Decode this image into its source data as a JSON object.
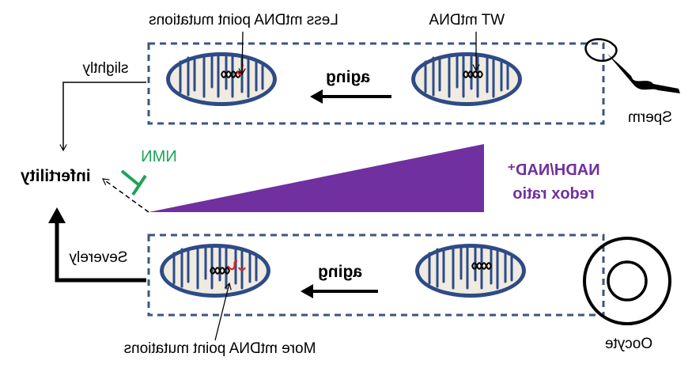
{
  "labels": {
    "less_mutations": "Less mtDNA point mutations",
    "wt_mtdna": "WT mtDNA",
    "slightly": "slightly",
    "aging_top": "aging",
    "sperm": "Sperm",
    "nmn": "NMN",
    "infertility": "infertility",
    "ratio_line1": "NADH/NAD⁺",
    "ratio_line2": "redox ratio",
    "severely": "Severely",
    "aging_bottom": "aging",
    "oocyte": "Oocyte",
    "more_mutations": "More mtDNA point mutations"
  },
  "colors": {
    "mito_outline": "#2e4b86",
    "mito_fill": "#efebe1",
    "dashed_box": "#3b5680",
    "wedge": "#7030a0",
    "nmn": "#1ea35a",
    "mutation": "#e8202a",
    "text": "#000000"
  },
  "icons": {
    "sperm": "sperm-icon",
    "oocyte": "oocyte-icon",
    "mitochondrion": "mitochondrion-icon",
    "inhibition": "inhibition-tbar-icon"
  }
}
